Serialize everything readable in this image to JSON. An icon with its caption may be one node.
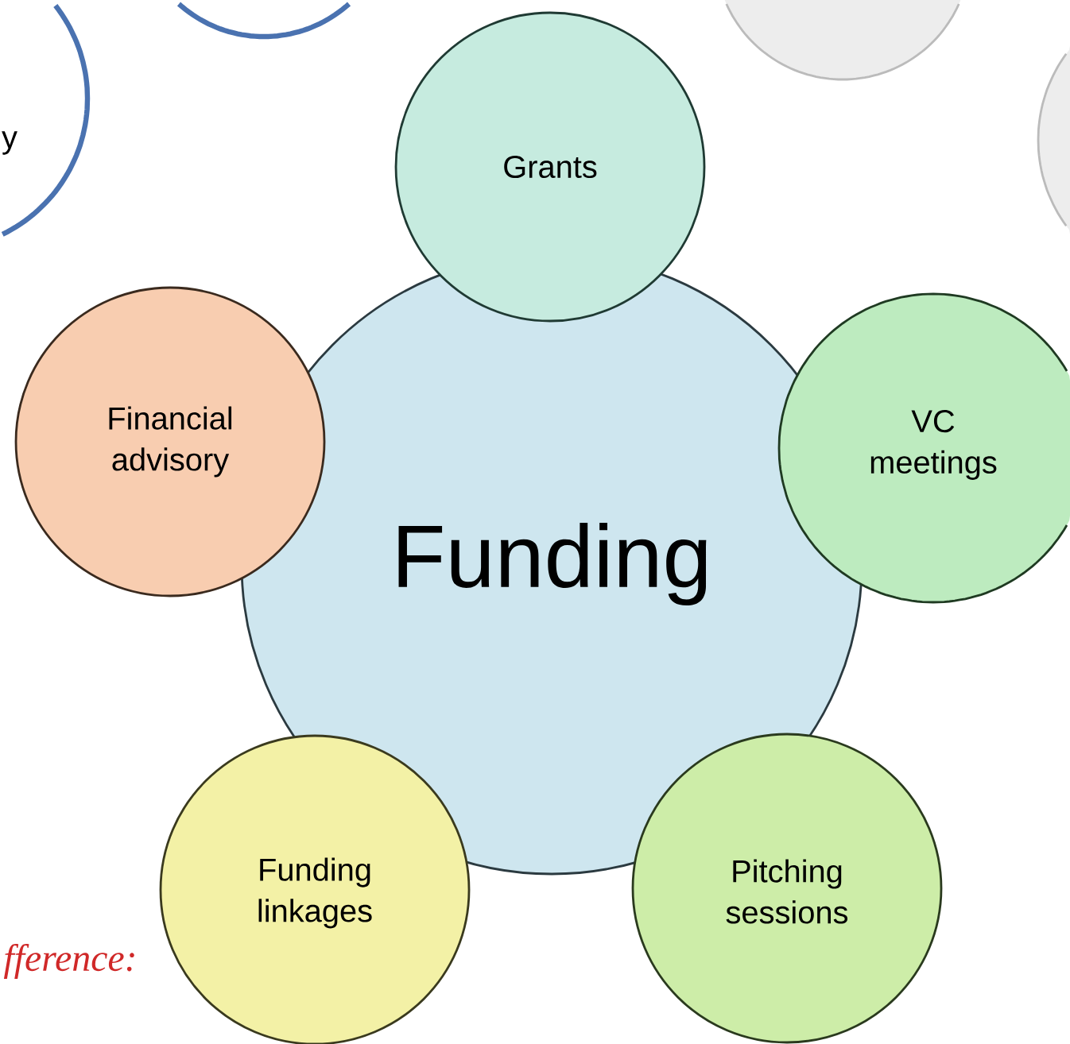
{
  "diagram": {
    "nodes": [
      {
        "text": [
          "Funding"
        ]
      },
      {
        "text": [
          "Grants"
        ]
      },
      {
        "text": [
          "VC meetings"
        ]
      },
      {
        "text": [
          "Pitching sessions"
        ]
      },
      {
        "text": [
          "Funding linkages"
        ]
      },
      {
        "text": [
          "Financial advisory"
        ]
      },
      {
        "text": [
          "y"
        ]
      },
      {
        "text": [],
        "shape": "circle"
      },
      {
        "text": [],
        "shape": "circle"
      },
      {
        "text": [],
        "shape": "circle"
      }
    ],
    "labels": [
      "fference:"
    ]
  }
}
